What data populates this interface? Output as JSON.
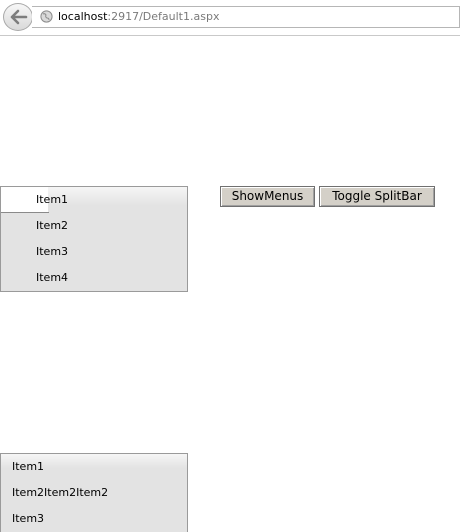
{
  "browser": {
    "url_host": "localhost",
    "url_rest": ":2917/Default1.aspx"
  },
  "menu_top": {
    "items": [
      "Item1",
      "Item2",
      "Item3",
      "Item4"
    ]
  },
  "buttons": {
    "show_menus": "ShowMenus",
    "toggle_splitbar": "Toggle SplitBar"
  },
  "menu_bottom": {
    "items": [
      "Item1",
      "Item2Item2Item2",
      "Item3"
    ]
  }
}
